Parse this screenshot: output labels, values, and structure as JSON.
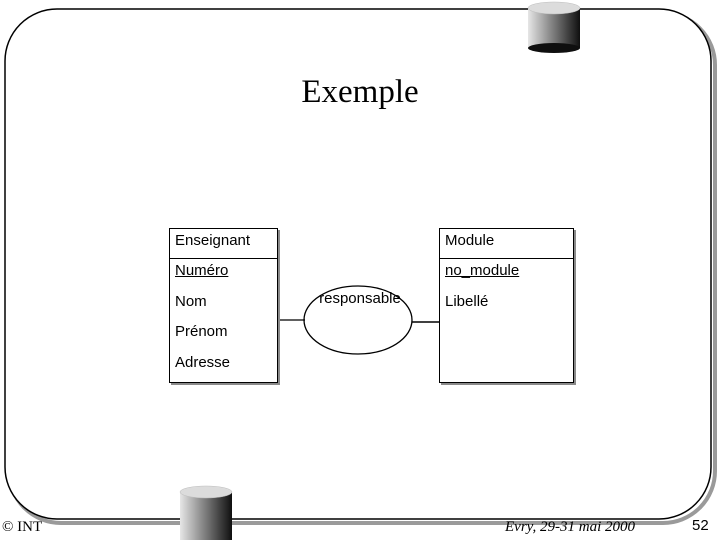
{
  "slide": {
    "title": "Exemple",
    "footer_left": "© INT",
    "footer_center": "Evry, 29-31 mai 2000",
    "page_number": "52"
  },
  "diagram": {
    "entities": [
      {
        "name": "Enseignant",
        "attributes": [
          {
            "label": "Numéro",
            "key": true
          },
          {
            "label": "Nom",
            "key": false
          },
          {
            "label": "Prénom",
            "key": false
          },
          {
            "label": "Adresse",
            "key": false
          }
        ]
      },
      {
        "name": "Module",
        "attributes": [
          {
            "label": "no_module",
            "key": true
          },
          {
            "label": "Libellé",
            "key": false
          }
        ]
      }
    ],
    "relationship": {
      "label": "responsable"
    }
  },
  "colors": {
    "frame_stroke": "#000000",
    "shadow": "#8a8a8a",
    "cylinder_dark": "#1a1a1a",
    "cylinder_light": "#d8d8d8"
  }
}
